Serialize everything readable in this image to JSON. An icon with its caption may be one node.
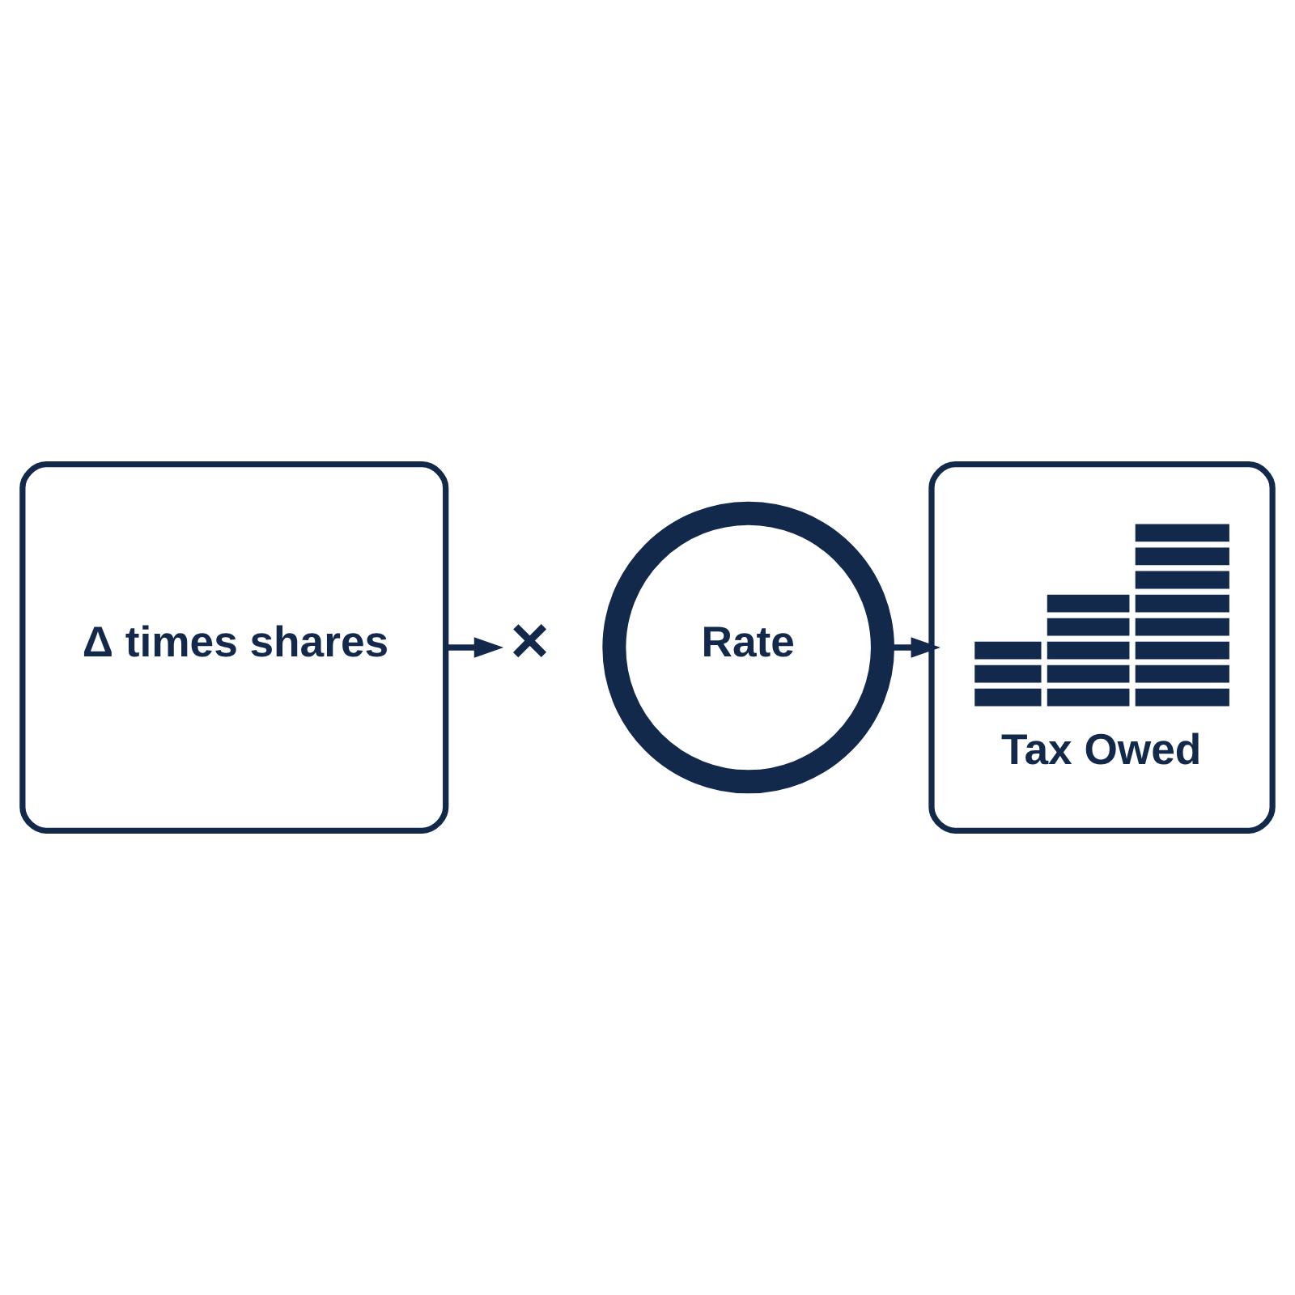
{
  "diagram": {
    "nodes": [
      {
        "text": [
          "Δ times shares"
        ]
      },
      {
        "text": [
          "×"
        ]
      },
      {
        "text": [
          "Rate"
        ]
      },
      {
        "text": [
          "Tax Owed"
        ]
      }
    ],
    "edges": [
      {
        "from": 0,
        "to": 1,
        "arrow": "to"
      },
      {
        "from": 2,
        "to": 3,
        "arrow": "to"
      }
    ]
  }
}
